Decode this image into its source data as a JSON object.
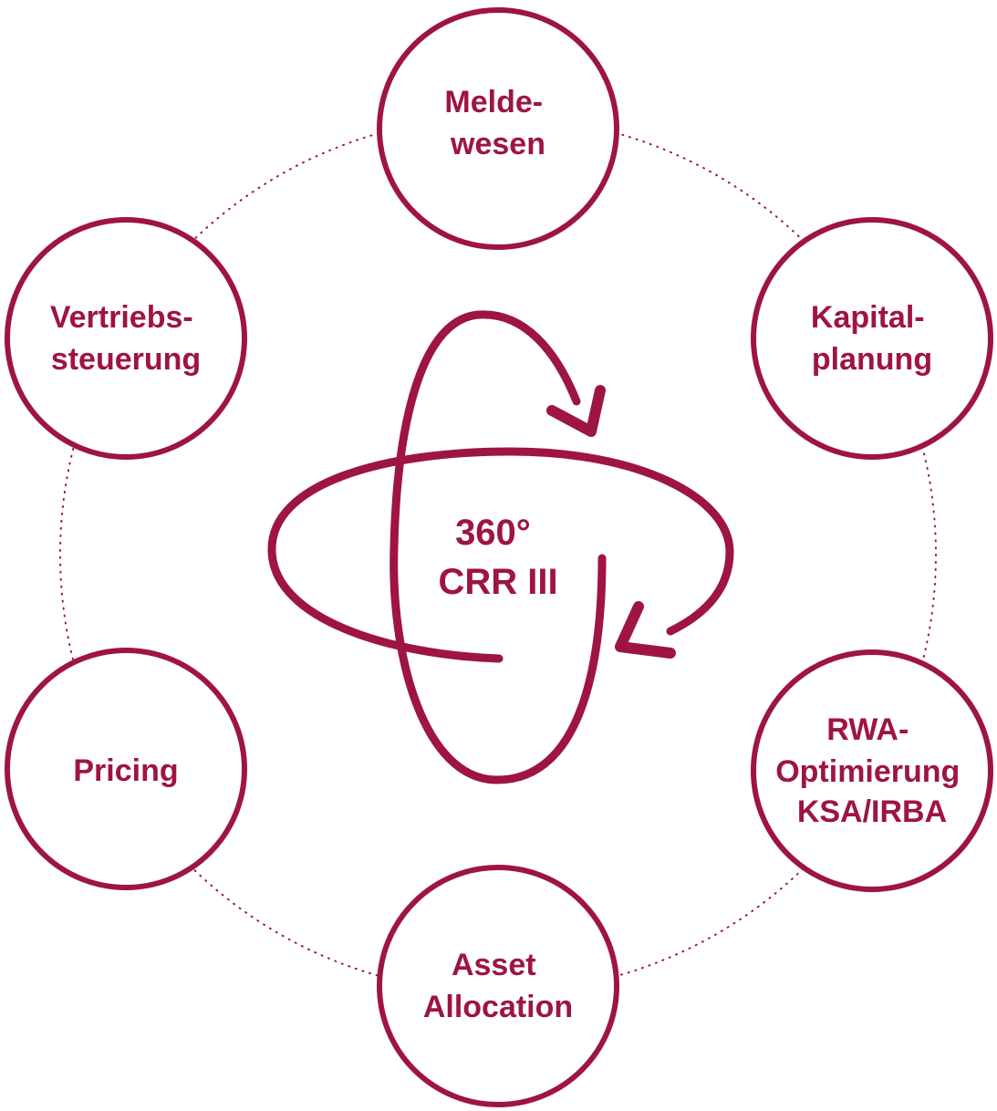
{
  "colors": {
    "primary": "#9e1443",
    "background": "#ffffff"
  },
  "center": {
    "lines": [
      "360°",
      "CRR III"
    ]
  },
  "nodes": [
    {
      "id": "meldewesen",
      "lines": [
        "Melde-",
        "wesen"
      ]
    },
    {
      "id": "kapitalplanung",
      "lines": [
        "Kapital-",
        "planung"
      ]
    },
    {
      "id": "rwa-optimierung",
      "lines": [
        "RWA-",
        "Optimierung",
        "KSA/IRBA"
      ]
    },
    {
      "id": "asset-allocation",
      "lines": [
        "Asset",
        "Allocation"
      ]
    },
    {
      "id": "pricing",
      "lines": [
        "Pricing"
      ]
    },
    {
      "id": "vertriebssteuerung",
      "lines": [
        "Vertriebs-",
        "steuerung"
      ]
    }
  ]
}
